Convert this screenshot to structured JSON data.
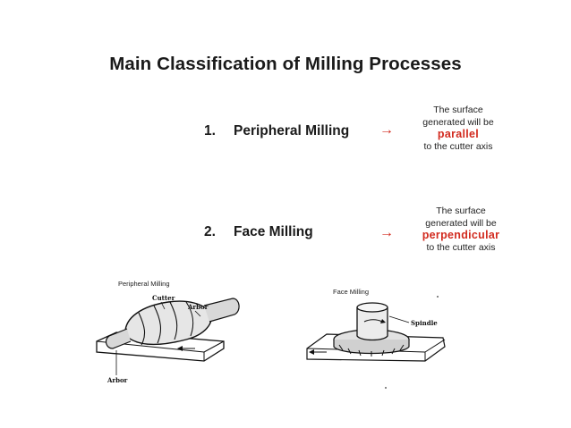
{
  "title": "Main Classification of Milling Processes",
  "items": [
    {
      "number": "1.",
      "label": "Peripheral Milling",
      "arrow": "→",
      "desc_line1": "The surface",
      "desc_line2": "generated will be",
      "desc_highlight": "parallel",
      "desc_line3": "to the cutter axis"
    },
    {
      "number": "2.",
      "label": "Face Milling",
      "arrow": "→",
      "desc_line1": "The surface",
      "desc_line2": "generated will be",
      "desc_highlight": "perpendicular",
      "desc_line3": "to the cutter axis"
    }
  ],
  "diagrams": {
    "peripheral": {
      "caption": "Peripheral Milling",
      "cutter_label": "Cutter",
      "arbor_label_top": "Arbor",
      "arbor_label_bottom": "Arbor"
    },
    "face": {
      "caption": "Face Milling",
      "spindle_label": "Spindle"
    }
  },
  "colors": {
    "accent_red": "#d22b1f",
    "text": "#1a1a1a"
  }
}
